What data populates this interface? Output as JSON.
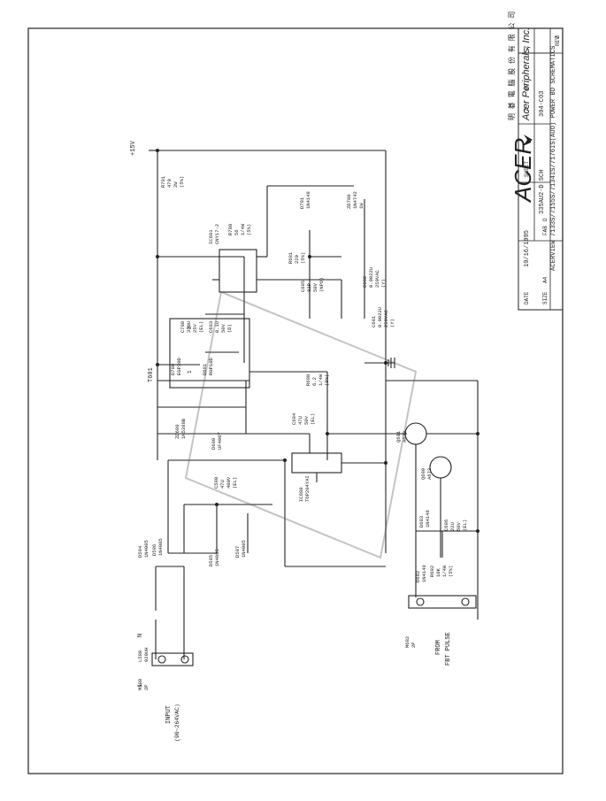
{
  "title_block": {
    "company_logo": "ACER",
    "company_name_cn": "明 碁 電 腦 股 份 有 限 公 司",
    "company_name_en": "Acer Peripherals, Inc.",
    "description": "ACERVIEW 7133S/7155S/7134IS/7176IS(AUO) POWER BD SCHEMATICS",
    "rev_label": "REV",
    "rev_value": "3",
    "size_label": "SIZE",
    "size_value": "A4",
    "fab_label": "FAB",
    "fab_value": "D",
    "doc_name": "335AU2-D SCH",
    "doc_number": "304-C03",
    "date_label": "DATE",
    "date_value": "10/16/1995",
    "sheet_label": "SHEET",
    "sheet_num": "2",
    "of_label": "OF",
    "sheet_total": "2"
  },
  "labels": {
    "supply": "+15V",
    "input_title": "INPUT",
    "input_range": "(90~264VAC)",
    "n": "N",
    "l": "L",
    "from": "FROM",
    "fbt_pulse": "FBT PULSE",
    "t_num": "T601",
    "fn1": "1",
    "fn2": "2"
  },
  "components": [
    {
      "ref": "R781",
      "v1": "470",
      "v2": "2W",
      "v3": "(5%)"
    },
    {
      "ref": "D781",
      "v1": "1N4148",
      "v2": "",
      "v3": ""
    },
    {
      "ref": "ZD780",
      "v1": "1N4742",
      "v2": "1W",
      "v3": ""
    },
    {
      "ref": "R780",
      "v1": "56",
      "v2": "1/4W",
      "v3": "(5%)"
    },
    {
      "ref": "IC681",
      "v1": "CNY17-2",
      "v2": "",
      "v3": ""
    },
    {
      "ref": "R681",
      "v1": "220",
      "v2": "(5%)",
      "v3": ""
    },
    {
      "ref": "C685",
      "v1": "82P",
      "v2": "50V",
      "v3": "(NPO)"
    },
    {
      "ref": "C682",
      "v1": "0.0022U",
      "v2": "250VAC",
      "v3": "(Y)"
    },
    {
      "ref": "C681",
      "v1": "0.0022U",
      "v2": "250VAC",
      "v3": "(Y)"
    },
    {
      "ref": "C780",
      "v1": "330U",
      "v2": "25V",
      "v3": "(EL)"
    },
    {
      "ref": "C683",
      "v1": "0.1U",
      "v2": "50V",
      "v3": "(D)"
    },
    {
      "ref": "D780",
      "v1": "EGP30D",
      "v2": "",
      "v3": ""
    },
    {
      "ref": "D681",
      "v1": "RGP10D",
      "v2": "",
      "v3": ""
    },
    {
      "ref": "R680",
      "v1": "6.2",
      "v2": "1/4W",
      "v3": "(5%)"
    },
    {
      "ref": "C684",
      "v1": "47U",
      "v2": "50V",
      "v3": "(EL)"
    },
    {
      "ref": "ZD680",
      "v1": "1N5388B",
      "v2": "",
      "v3": ""
    },
    {
      "ref": "D680",
      "v1": "UF4007",
      "v2": "",
      "v3": ""
    },
    {
      "ref": "C580",
      "v1": "47U",
      "v2": "400V",
      "v3": "(EL)"
    },
    {
      "ref": "IC680",
      "v1": "TOP204YAI",
      "v2": "",
      "v3": ""
    },
    {
      "ref": "Q681",
      "v1": "A673",
      "v2": "",
      "v3": ""
    },
    {
      "ref": "Q680",
      "v1": "A673",
      "v2": "",
      "v3": ""
    },
    {
      "ref": "D584",
      "v1": "1N4005",
      "v2": "",
      "v3": ""
    },
    {
      "ref": "D586",
      "v1": "1N4005",
      "v2": "",
      "v3": ""
    },
    {
      "ref": "D585",
      "v1": "1N4005",
      "v2": "",
      "v3": ""
    },
    {
      "ref": "D587",
      "v1": "1N4005",
      "v2": "",
      "v3": ""
    },
    {
      "ref": "D683",
      "v1": "1N4148",
      "v2": "",
      "v3": ""
    },
    {
      "ref": "C686",
      "v1": "22U",
      "v2": "50V",
      "v3": "(EL)"
    },
    {
      "ref": "R682",
      "v1": "10K",
      "v2": "1/4W",
      "v3": "(5%)"
    },
    {
      "ref": "D682",
      "v1": "1N4148",
      "v2": "",
      "v3": ""
    },
    {
      "ref": "L580",
      "v1": "920UH",
      "v2": "",
      "v3": ""
    },
    {
      "ref": "M580",
      "v1": "2P",
      "v2": "",
      "v3": ""
    },
    {
      "ref": "M682",
      "v1": "2P",
      "v2": "",
      "v3": ""
    }
  ]
}
